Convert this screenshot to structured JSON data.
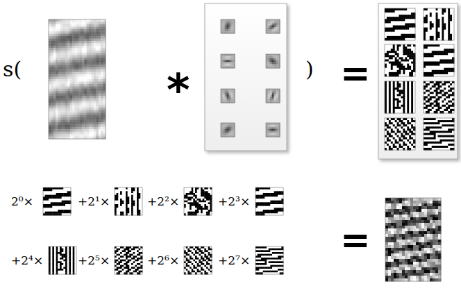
{
  "diagram": {
    "labels": [
      "s(",
      "*",
      ")",
      "=",
      "2⁰×",
      "+2¹×",
      "+2²×",
      "+2³×",
      "+2⁴×",
      "+2⁵×",
      "+2⁶×",
      "+2⁷×",
      "="
    ]
  }
}
